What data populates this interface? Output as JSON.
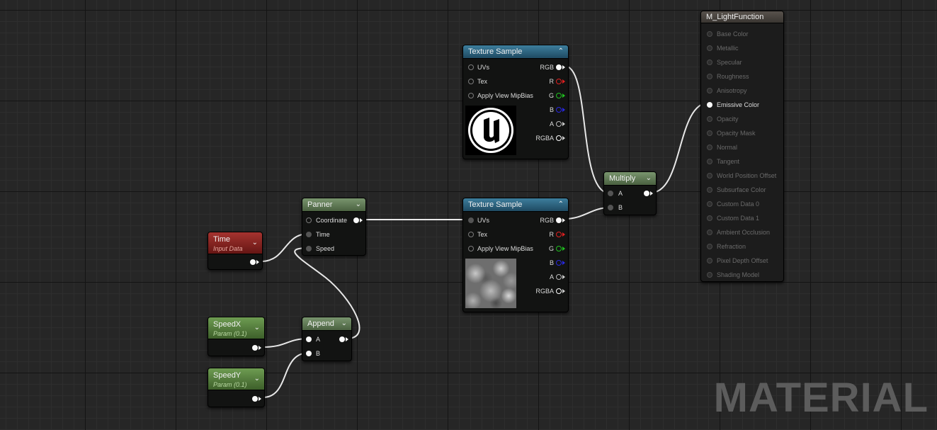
{
  "watermark": "MATERIAL",
  "nodes": {
    "texture_sample_1": {
      "title": "Texture Sample",
      "inputs": [
        "UVs",
        "Tex",
        "Apply View MipBias"
      ],
      "outputs": [
        "RGB",
        "R",
        "G",
        "B",
        "A",
        "RGBA"
      ],
      "preview_icon": "unreal-logo"
    },
    "texture_sample_2": {
      "title": "Texture Sample",
      "inputs": [
        "UVs",
        "Tex",
        "Apply View MipBias"
      ],
      "outputs": [
        "RGB",
        "R",
        "G",
        "B",
        "A",
        "RGBA"
      ],
      "preview_icon": "cloud-noise"
    },
    "multiply": {
      "title": "Multiply",
      "inputs": [
        "A",
        "B"
      ]
    },
    "panner": {
      "title": "Panner",
      "inputs": [
        "Coordinate",
        "Time",
        "Speed"
      ]
    },
    "time": {
      "title": "Time",
      "subtitle": "Input Data"
    },
    "append": {
      "title": "Append",
      "inputs": [
        "A",
        "B"
      ]
    },
    "speed_x": {
      "title": "SpeedX",
      "subtitle": "Param (0.1)"
    },
    "speed_y": {
      "title": "SpeedY",
      "subtitle": "Param (0.1)"
    },
    "material": {
      "title": "M_LightFunction",
      "inputs": [
        "Base Color",
        "Metallic",
        "Specular",
        "Roughness",
        "Anisotropy",
        "Emissive Color",
        "Opacity",
        "Opacity Mask",
        "Normal",
        "Tangent",
        "World Position Offset",
        "Subsurface Color",
        "Custom Data 0",
        "Custom Data 1",
        "Ambient Occlusion",
        "Refraction",
        "Pixel Depth Offset",
        "Shading Model"
      ],
      "active_input": "Emissive Color"
    }
  },
  "colors": {
    "header_texture": "#2d6a8a",
    "header_math": "#65805a",
    "header_input": "#8e2522",
    "header_param": "#5a8a3f",
    "header_material": "#4a4540",
    "wire": "#e8e8e8",
    "pin_r": "#e02020",
    "pin_g": "#20c020",
    "pin_b": "#2828e0"
  }
}
